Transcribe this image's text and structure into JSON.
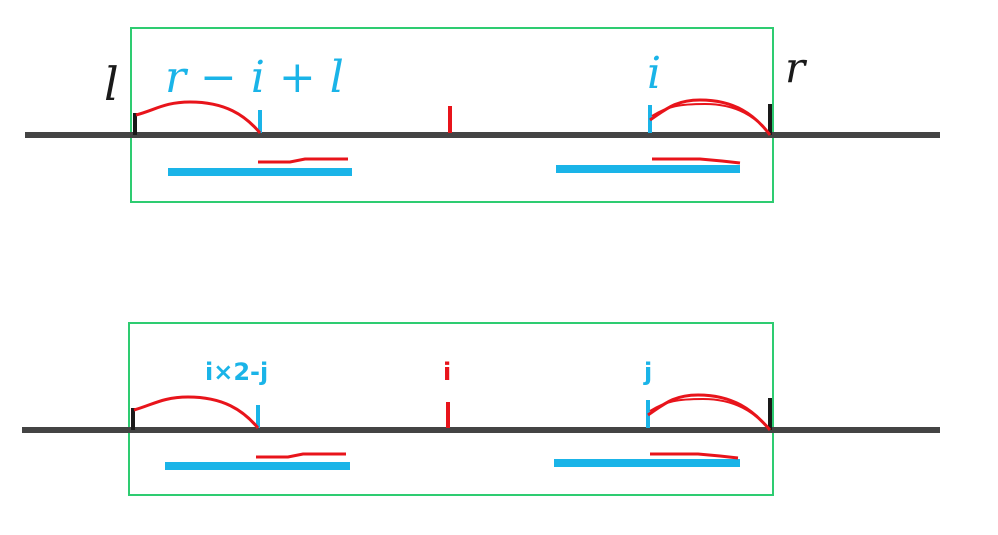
{
  "colors": {
    "frame": "#2ecc71",
    "axis": "#444444",
    "red": "#e8141b",
    "blue": "#1ab4e8",
    "endpoint": "#1a1a1a"
  },
  "top_panel": {
    "label_l": "l",
    "label_r": "r",
    "label_mirror": "r − i + l",
    "label_i": "i"
  },
  "bottom_panel": {
    "label_mirror": "i×2-j",
    "label_center": "i",
    "label_j": "j"
  }
}
